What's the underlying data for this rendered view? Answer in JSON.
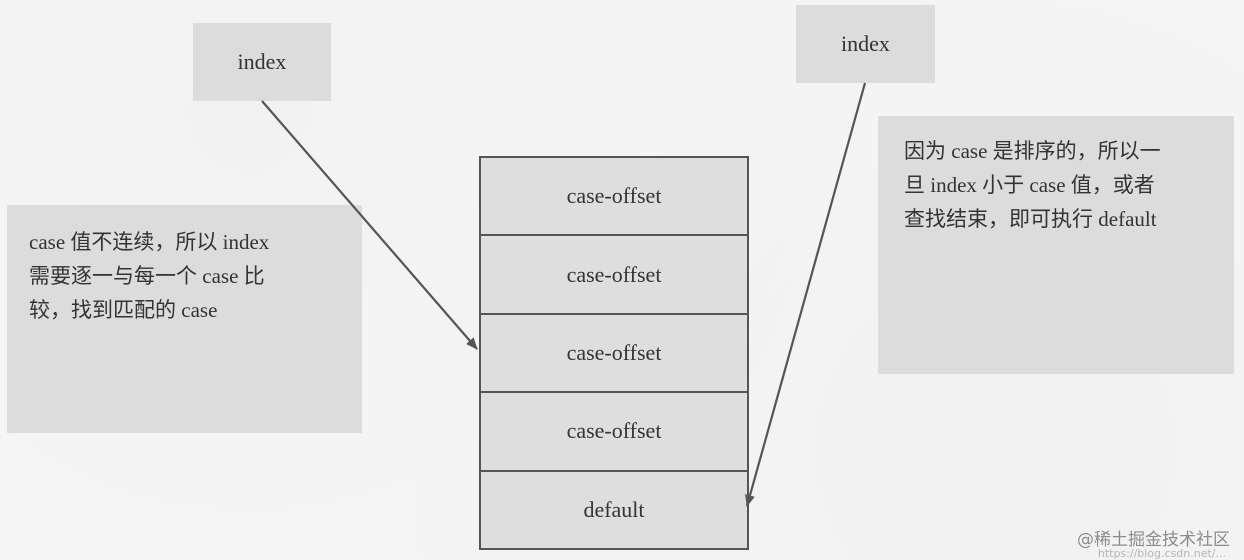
{
  "index_boxes": {
    "left": "index",
    "right": "index"
  },
  "notes": {
    "left": [
      "case 值不连续，所以 index",
      "需要逐一与每一个 case 比",
      "较，找到匹配的 case"
    ],
    "right": [
      "因为 case 是排序的，所以一",
      "旦 index 小于 case 值，或者",
      "查找结束，即可执行 default"
    ]
  },
  "table": {
    "rows": [
      "case-offset",
      "case-offset",
      "case-offset",
      "case-offset",
      "default"
    ]
  },
  "watermark": {
    "main": "@稀土掘金技术社区",
    "sub": "https://blog.csdn.net/..."
  },
  "colors": {
    "background": "#f6f6f6",
    "box_fill": "#dcdcdc",
    "border": "#555555",
    "arrow": "#555555",
    "text": "#333333"
  }
}
